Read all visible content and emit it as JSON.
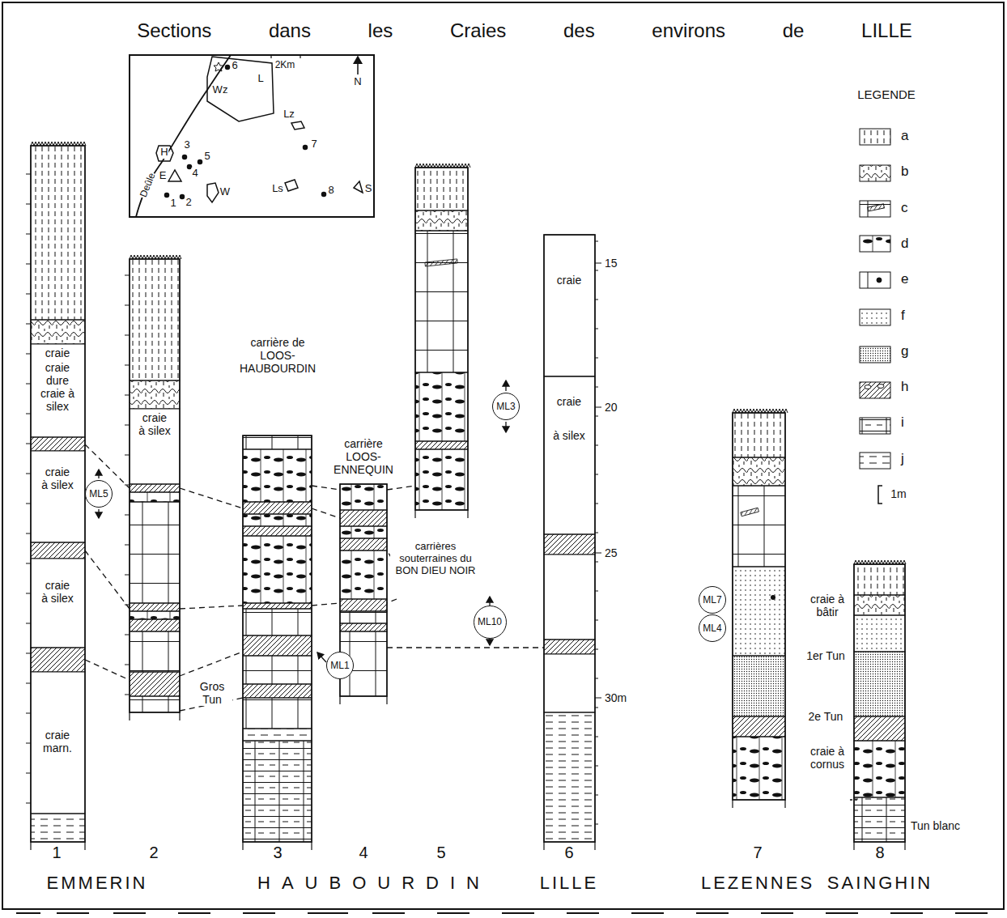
{
  "diagram": {
    "title": "Sections dans les Craies des environs de LILLE",
    "nodes": [
      {
        "text": [
          "ML5"
        ]
      },
      {
        "text": [
          "ML1"
        ]
      },
      {
        "text": [
          "ML3"
        ]
      },
      {
        "text": [
          "ML10"
        ]
      },
      {
        "text": [
          "ML7"
        ]
      },
      {
        "text": [
          "ML4"
        ]
      }
    ],
    "labels": [
      "6",
      "L",
      "Wz",
      "2Km",
      "N",
      "Lz",
      "7",
      "H",
      "3",
      "4",
      "5",
      "E",
      "1",
      "2",
      "W",
      "Ls",
      "8",
      "S",
      "Deûle",
      "LEGENDE",
      "1m",
      "craie",
      "craie dure craie à silex",
      "craie à silex",
      "craie à silex",
      "craie marn.",
      "craie à silex",
      "Gros Tun",
      "carrière de LOOS-HAUBOURDIN",
      "carrière LOOS-ENNEQUIN",
      "carrières souterraines du BON DIEU NOIR",
      "craie",
      "craie à silex",
      "15",
      "20",
      "25",
      "30m",
      "craie à bâtir",
      "1er Tun",
      "2e Tun",
      "craie à cornus",
      "Tun blanc",
      "1",
      "2",
      "3",
      "4",
      "5",
      "6",
      "7",
      "8",
      "EMMERIN",
      "HAUBOURDIN",
      "LILLE",
      "LEZENNES",
      "SAINGHIN"
    ],
    "legend": [
      {
        "text": "a"
      },
      {
        "text": "b"
      },
      {
        "text": "c"
      },
      {
        "text": "d"
      },
      {
        "text": "e"
      },
      {
        "text": "f"
      },
      {
        "text": "g"
      },
      {
        "text": "h"
      },
      {
        "text": "i"
      },
      {
        "text": "j"
      }
    ]
  }
}
